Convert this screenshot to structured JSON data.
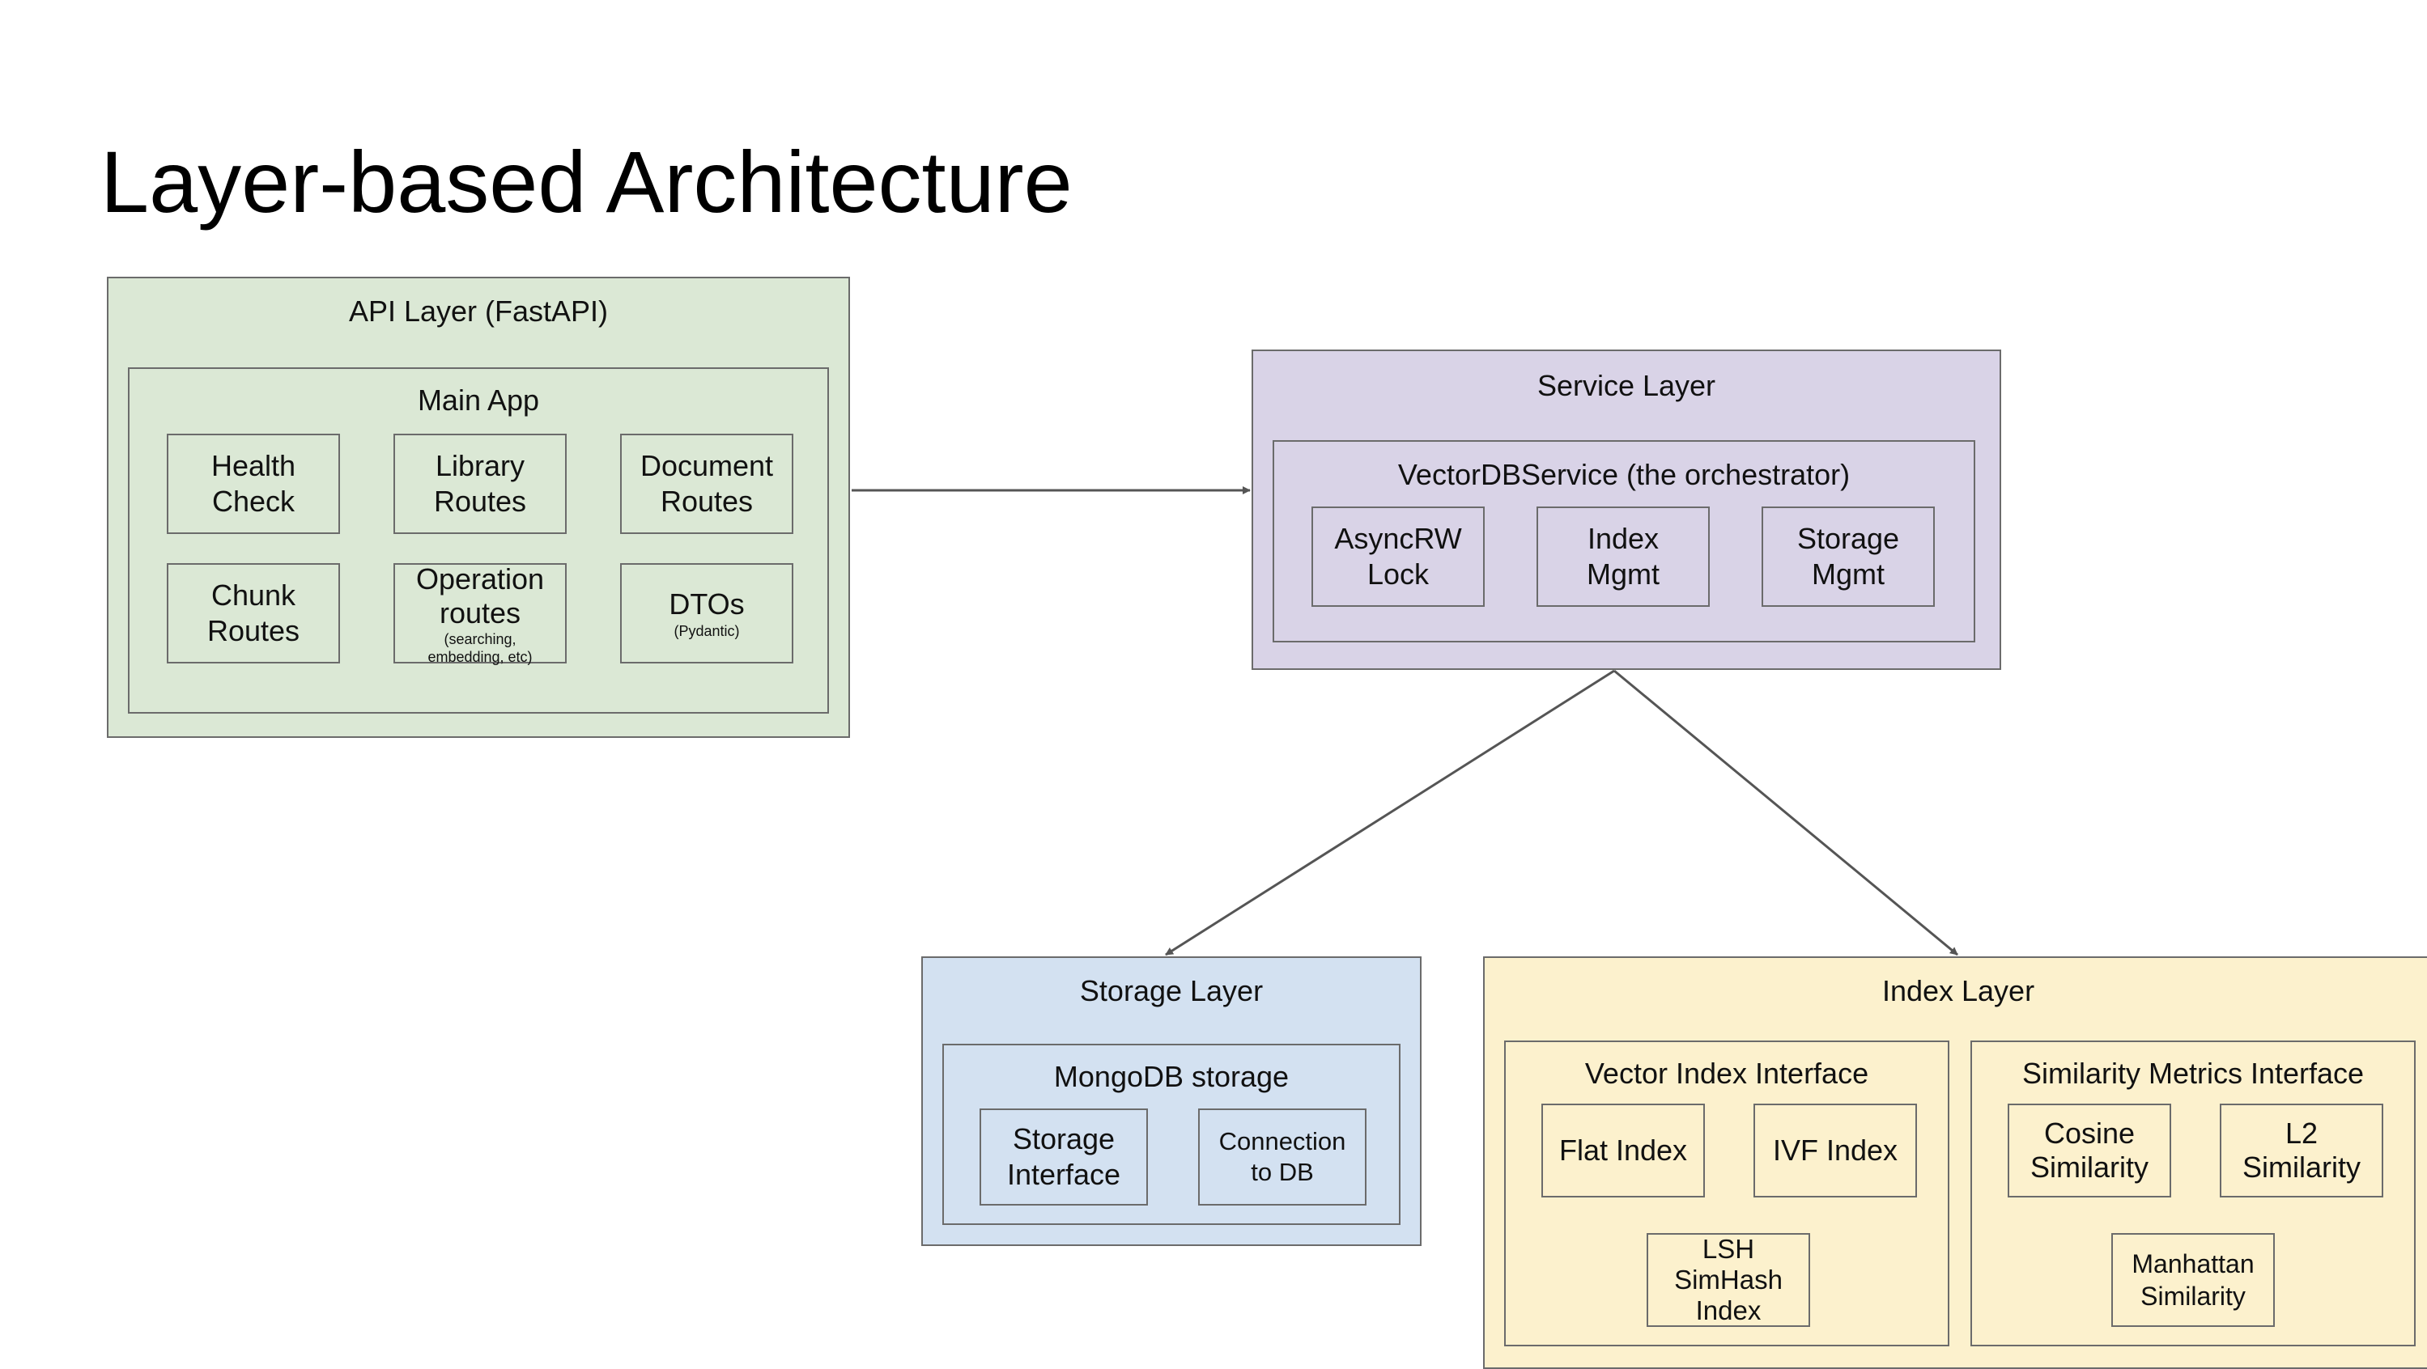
{
  "title": "Layer-based Architecture",
  "colors": {
    "api_layer": "#dbe8d5",
    "service_layer": "#d9d3e7",
    "storage_layer": "#d3e1f1",
    "index_layer": "#fcf1cd",
    "border": "#6b6b6b",
    "arrow": "#555555"
  },
  "api_layer": {
    "label": "API Layer (FastAPI)",
    "main_app": {
      "label": "Main App",
      "boxes": [
        {
          "lines": [
            "Health",
            "Check"
          ]
        },
        {
          "lines": [
            "Library",
            "Routes"
          ]
        },
        {
          "lines": [
            "Document",
            "Routes"
          ]
        },
        {
          "lines": [
            "Chunk",
            "Routes"
          ]
        },
        {
          "lines": [
            "Operation",
            "routes"
          ],
          "note_lines": [
            "(searching,",
            "embedding, etc)"
          ]
        },
        {
          "lines": [
            "DTOs"
          ],
          "note_lines": [
            "(Pydantic)"
          ]
        }
      ]
    }
  },
  "service_layer": {
    "label": "Service Layer",
    "orchestrator": {
      "label": "VectorDBService (the orchestrator)",
      "boxes": [
        {
          "lines": [
            "AsyncRW",
            "Lock"
          ]
        },
        {
          "lines": [
            "Index",
            "Mgmt"
          ]
        },
        {
          "lines": [
            "Storage",
            "Mgmt"
          ]
        }
      ]
    }
  },
  "storage_layer": {
    "label": "Storage Layer",
    "mongodb": {
      "label": "MongoDB storage",
      "boxes": [
        {
          "lines": [
            "Storage",
            "Interface"
          ]
        },
        {
          "lines": [
            "Connection",
            "to DB"
          ]
        }
      ]
    }
  },
  "index_layer": {
    "label": "Index Layer",
    "vector_index_interface": {
      "label": "Vector Index Interface",
      "boxes": [
        {
          "lines": [
            "Flat Index"
          ]
        },
        {
          "lines": [
            "IVF Index"
          ]
        },
        {
          "lines": [
            "LSH",
            "SimHash",
            "Index"
          ]
        }
      ]
    },
    "similarity_metrics_interface": {
      "label": "Similarity Metrics Interface",
      "boxes": [
        {
          "lines": [
            "Cosine",
            "Similarity"
          ]
        },
        {
          "lines": [
            "L2",
            "Similarity"
          ]
        },
        {
          "lines": [
            "Manhattan",
            "Similarity"
          ]
        }
      ]
    }
  }
}
